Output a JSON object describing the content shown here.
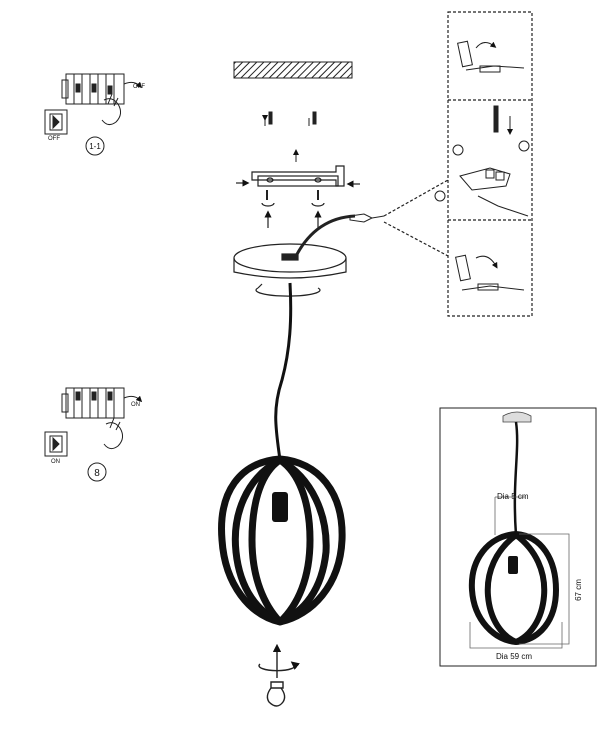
{
  "step_off": {
    "switch_text": "OFF",
    "breaker_text": "OFF",
    "step_number": "1-1"
  },
  "step_on": {
    "switch_text": "ON",
    "breaker_text": "ON",
    "step_number": "8"
  },
  "dimensions": {
    "canopy_diameter": "Dia 5 cm",
    "shade_diameter": "Dia 59 cm",
    "height": "67 cm"
  }
}
